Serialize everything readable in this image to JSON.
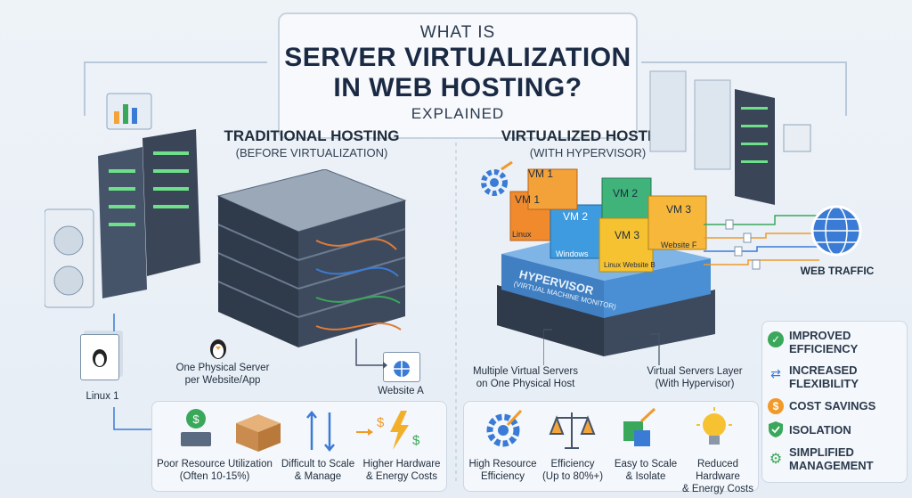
{
  "title": {
    "line1": "WHAT IS",
    "line2": "SERVER VIRTUALIZATION",
    "line3": "IN WEB HOSTING?",
    "line4": "EXPLAINED"
  },
  "traditional": {
    "title": "TRADITIONAL HOSTING",
    "subtitle": "(BEFORE VIRTUALIZATION)",
    "server_caption": "One Physical Server\nper Website/App",
    "website_label": "Website A",
    "linux_label": "Linux 1",
    "issues": [
      {
        "label": "Poor Resource Utilization\n(Often 10-15%)",
        "icon": "money-server-icon"
      },
      {
        "label": "Difficult to Scale\n& Manage",
        "icon": "box-icon"
      },
      {
        "label": "Higher Hardware\n& Energy Costs",
        "icon": "scale-arrows-icon"
      },
      {
        "label": "",
        "icon": "lightning-money-icon"
      }
    ]
  },
  "virtualized": {
    "title": "VIRTUALIZED HOSTING",
    "subtitle": "(WITH HYPERVISOR)",
    "vms": [
      {
        "label": "VM 1",
        "sub": "Linux",
        "color": "#f08a2c"
      },
      {
        "label": "VM 1",
        "sub": "",
        "color": "#f3a23a"
      },
      {
        "label": "VM 2",
        "sub": "Windows",
        "color": "#3e9be0"
      },
      {
        "label": "VM 2",
        "sub": "",
        "color": "#3fb37a"
      },
      {
        "label": "VM 3",
        "sub": "Linux Website B",
        "color": "#f6c232"
      },
      {
        "label": "VM 3",
        "sub": "Website F",
        "color": "#f6b73b"
      }
    ],
    "hypervisor": "HYPERVISOR",
    "hypervisor_sub": "(VIRTUAL MACHINE MONITOR)",
    "caption_left": "Multiple Virtual Servers\non One Physical Host",
    "caption_right": "Virtual Servers Layer\n(With Hypervisor)",
    "web_traffic": "WEB TRAFFIC",
    "benefits_bottom": [
      {
        "label": "High Resource\nEfficiency",
        "icon": "gear-arrow-icon"
      },
      {
        "label": "Efficiency\n(Up to 80%+)",
        "icon": "balance-icon"
      },
      {
        "label": "Easy to Scale\n& Isolate",
        "icon": "scale-up-icon"
      },
      {
        "label": "Reduced Hardware\n& Energy Costs",
        "icon": "bulb-icon"
      }
    ]
  },
  "benefits": [
    {
      "label": "IMPROVED\nEFFICIENCY",
      "icon": "check-icon",
      "color": "#3aa85a"
    },
    {
      "label": "INCREASED\nFLEXIBILITY",
      "icon": "arrows-icon",
      "color": "#3a7bd5"
    },
    {
      "label": "COST SAVINGS",
      "icon": "dollar-icon",
      "color": "#f09a2a"
    },
    {
      "label": "ISOLATION",
      "icon": "shield-icon",
      "color": "#3aa85a"
    },
    {
      "label": "SIMPLIFIED\nMANAGEMENT",
      "icon": "gear-icon",
      "color": "#3aa85a"
    }
  ]
}
